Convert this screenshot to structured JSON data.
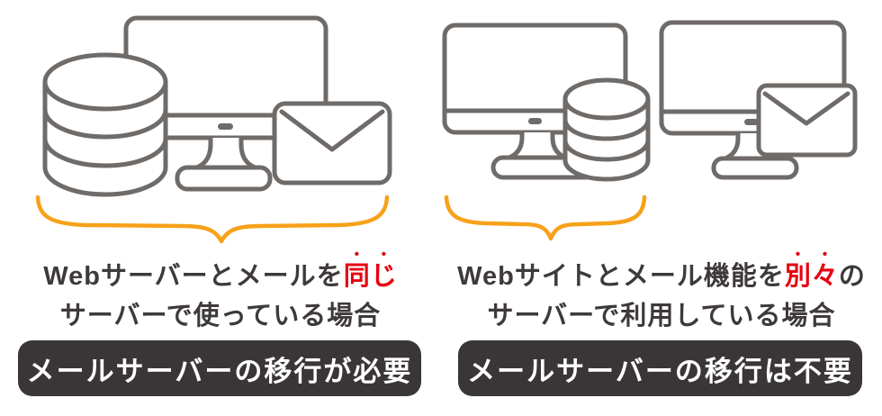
{
  "colors": {
    "icon_stroke_gray": "#6f6b69",
    "brace_orange": "#f7a119",
    "emphasis_red": "#e60012",
    "caption_text": "#3e3a39",
    "badge_background": "#3a3637",
    "badge_text": "#ffffff"
  },
  "panels": [
    {
      "name": "same-server",
      "icons": [
        "database-icon",
        "desktop-monitor-icon",
        "mail-envelope-icon",
        "brace-underline"
      ],
      "caption": {
        "line1_prefix": "Webサーバーとメールを",
        "line1_emphasis": "同じ",
        "line1_suffix": "",
        "line2": "サーバーで使っている場合"
      },
      "badge": "メールサーバーの移行が必要"
    },
    {
      "name": "separate-servers",
      "icons": [
        "desktop-monitor-icon",
        "database-icon",
        "desktop-monitor-icon",
        "mail-envelope-icon",
        "brace-underline"
      ],
      "caption": {
        "line1_prefix": "Webサイトとメール機能を",
        "line1_emphasis": "別々",
        "line1_suffix": "の",
        "line2": "サーバーで利用している場合"
      },
      "badge": "メールサーバーの移行は不要"
    }
  ]
}
